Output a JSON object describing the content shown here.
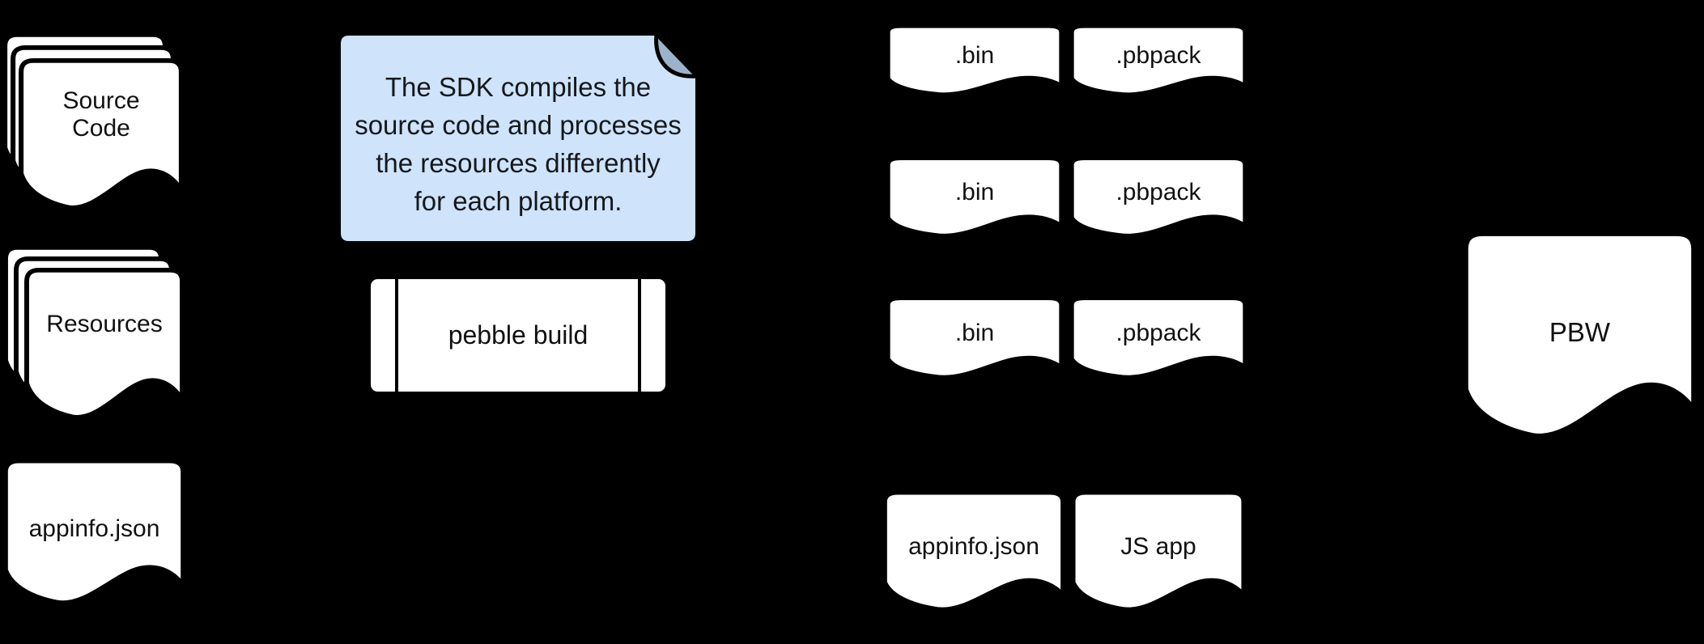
{
  "canvas": {
    "background": "#000000"
  },
  "inputs": {
    "source_code": {
      "lines": [
        "Source",
        "Code"
      ]
    },
    "resources": {
      "label": "Resources"
    },
    "appinfo": {
      "label": "appinfo.json"
    }
  },
  "note": {
    "lines": [
      "The SDK compiles the",
      "source code and processes",
      "the resources differently",
      "for each platform."
    ],
    "fill": "#cfe3fa",
    "fold_fill": "#9db3cb"
  },
  "process": {
    "label": "pebble build"
  },
  "outputs": {
    "rows": [
      {
        "left": ".bin",
        "right": ".pbpack"
      },
      {
        "left": ".bin",
        "right": ".pbpack"
      },
      {
        "left": ".bin",
        "right": ".pbpack"
      },
      {
        "left": "appinfo.json",
        "right": "JS app"
      }
    ]
  },
  "result": {
    "label": "PBW"
  },
  "shape_colors": {
    "document_fill": "#ffffff",
    "outline": "#000000",
    "text": "#111111"
  }
}
